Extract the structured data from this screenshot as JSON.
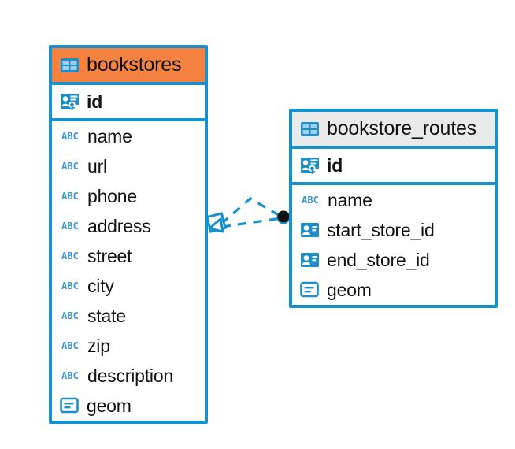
{
  "diagram": {
    "type": "er-diagram",
    "background": "#ffffff",
    "accent_border": "#1591d2",
    "highlight_header_color": "#f58240",
    "neutral_header_color": "#eaeaea",
    "relationship": {
      "name": "bookstores-to-bookstore_routes",
      "from_table": "bookstores",
      "to_table": "bookstore_routes",
      "style": "dashed",
      "color": "#1591d2",
      "source_marker": "diamond",
      "target_marker": "filled-circle",
      "line_count": 2
    }
  },
  "entities": [
    {
      "id": "bookstores",
      "name": "bookstores",
      "header_icon": "table-icon",
      "header_style": "highlighted",
      "attributes": [
        {
          "name": "id",
          "icon": "primary-key-icon",
          "role": "pk"
        },
        {
          "name": "name",
          "icon": "text-abc-icon",
          "role": "field"
        },
        {
          "name": "url",
          "icon": "text-abc-icon",
          "role": "field"
        },
        {
          "name": "phone",
          "icon": "text-abc-icon",
          "role": "field"
        },
        {
          "name": "address",
          "icon": "text-abc-icon",
          "role": "field"
        },
        {
          "name": "street",
          "icon": "text-abc-icon",
          "role": "field"
        },
        {
          "name": "city",
          "icon": "text-abc-icon",
          "role": "field"
        },
        {
          "name": "state",
          "icon": "text-abc-icon",
          "role": "field"
        },
        {
          "name": "zip",
          "icon": "text-abc-icon",
          "role": "field"
        },
        {
          "name": "description",
          "icon": "text-abc-icon",
          "role": "field"
        },
        {
          "name": "geom",
          "icon": "geometry-icon",
          "role": "field"
        }
      ]
    },
    {
      "id": "bookstore_routes",
      "name": "bookstore_routes",
      "header_icon": "table-icon",
      "header_style": "neutral",
      "attributes": [
        {
          "name": "id",
          "icon": "primary-key-icon",
          "role": "pk"
        },
        {
          "name": "name",
          "icon": "text-abc-icon",
          "role": "field"
        },
        {
          "name": "start_store_id",
          "icon": "foreign-key-icon",
          "role": "fk"
        },
        {
          "name": "end_store_id",
          "icon": "foreign-key-icon",
          "role": "fk"
        },
        {
          "name": "geom",
          "icon": "geometry-icon",
          "role": "field"
        }
      ]
    }
  ],
  "icon_labels": {
    "abc_text": "ABC"
  }
}
